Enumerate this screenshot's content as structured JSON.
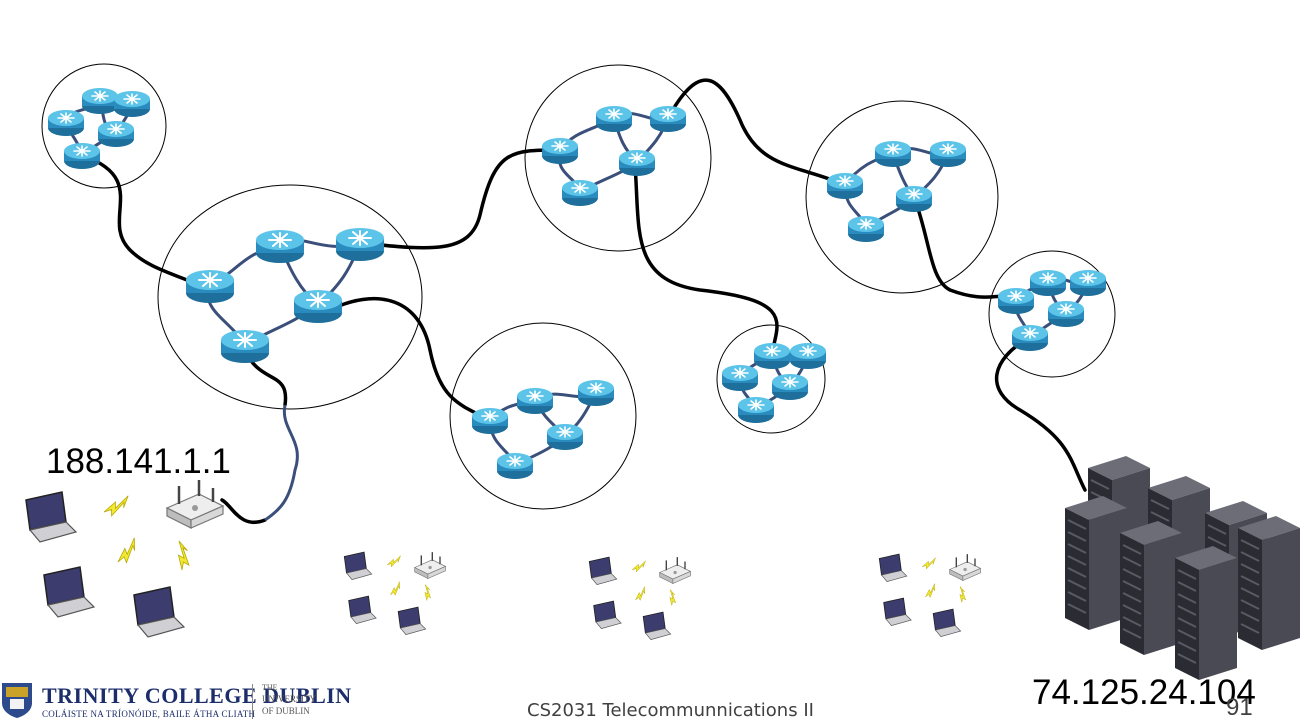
{
  "ip_addresses": {
    "home_router": "188.141.1.1",
    "server": "74.125.24.104"
  },
  "footer": {
    "course": "CS2031 Telecommunnications II",
    "page_number": "91"
  },
  "logo": {
    "institution": "TRINITY COLLEGE DUBLIN",
    "institution_irish": "COLÁISTE NA TRÍONÓIDE, BAILE ÁTHA CLIATH",
    "university_line1": "THE",
    "university_line2": "UNIVERSITY",
    "university_line3": "OF DUBLIN"
  },
  "colors": {
    "router_blue": "#2a8bbf",
    "router_top": "#5cc4e8",
    "link_dark": "#000000",
    "link_internal": "#3a4f7a",
    "wireless": "#f0e832",
    "brand_navy": "#1c2d6b"
  },
  "icons": [
    "router-icon",
    "laptop-icon",
    "wireless-access-point-icon",
    "server-rack-icon",
    "lightning-bolt-icon",
    "tcd-crest-icon"
  ]
}
